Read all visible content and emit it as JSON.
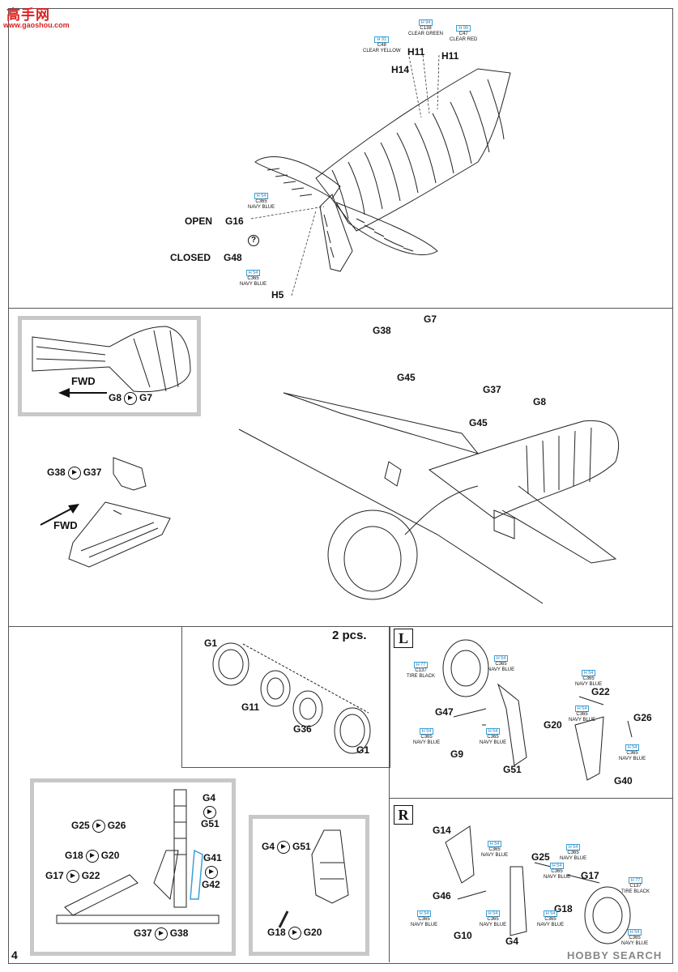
{
  "watermark_top": {
    "logo_text": "高手网",
    "url": "www.gaoshou.com"
  },
  "watermark_bottom": {
    "text": "HOBBY SEARCH"
  },
  "page_number": "4",
  "section1": {
    "labels": {
      "h11a": "H11",
      "h11b": "H11",
      "h14": "H14",
      "open": "OPEN",
      "g16": "G16",
      "closed": "CLOSED",
      "g48": "G48",
      "h5": "H5",
      "question": "?"
    },
    "paints": [
      {
        "code": "H 91",
        "num": "C48",
        "name": "CLEAR YELLOW"
      },
      {
        "code": "H 94",
        "num": "C138",
        "name": "CLEAR GREEN"
      },
      {
        "code": "H 90",
        "num": "C47",
        "name": "CLEAR RED"
      },
      {
        "code": "H 54",
        "num": "C365",
        "name": "NAVY BLUE"
      },
      {
        "code": "H 54",
        "num": "C365",
        "name": "NAVY BLUE"
      }
    ]
  },
  "section2": {
    "inset_fwd": "FWD",
    "inset_g8": "G8",
    "inset_g7": "G7",
    "g38_g37_a": "G38",
    "g38_g37_b": "G37",
    "fwd2": "FWD",
    "labels": {
      "g38": "G38",
      "g7": "G7",
      "g45a": "G45",
      "g37": "G37",
      "g8": "G8",
      "g45b": "G45"
    }
  },
  "section3": {
    "pcs": "2 pcs.",
    "labels": {
      "g1a": "G1",
      "g11": "G11",
      "g36": "G36",
      "g1b": "G1"
    }
  },
  "section_L": {
    "letter": "L",
    "labels": {
      "g22": "G22",
      "g47": "G47",
      "g20": "G20",
      "g26": "G26",
      "g9": "G9",
      "g51": "G51",
      "g40": "G40"
    },
    "paints": [
      {
        "code": "H 77",
        "num": "C137",
        "name": "TIRE BLACK"
      },
      {
        "code": "H 54",
        "num": "C365",
        "name": "NAVY BLUE"
      },
      {
        "code": "H 54",
        "num": "C365",
        "name": "NAVY BLUE"
      },
      {
        "code": "H 54",
        "num": "C365",
        "name": "NAVY BLUE"
      },
      {
        "code": "H 54",
        "num": "C365",
        "name": "NAVY BLUE"
      },
      {
        "code": "H 54",
        "num": "C365",
        "name": "NAVY BLUE"
      },
      {
        "code": "H 54",
        "num": "C365",
        "name": "NAVY BLUE"
      }
    ]
  },
  "section_gear_inset": {
    "g4": "G4",
    "g51": "G51",
    "g25": "G25",
    "g26": "G26",
    "g18": "G18",
    "g20": "G20",
    "g17": "G17",
    "g22": "G22",
    "g41": "G41",
    "g42": "G42",
    "g37": "G37",
    "g38": "G38"
  },
  "section_small_inset": {
    "g4": "G4",
    "g51": "G51",
    "g18": "G18",
    "g20": "G20"
  },
  "section_R": {
    "letter": "R",
    "labels": {
      "g14": "G14",
      "g25": "G25",
      "g17": "G17",
      "g18": "G18",
      "g46": "G46",
      "g10": "G10",
      "g4": "G4"
    },
    "paints": [
      {
        "code": "H 54",
        "num": "C365",
        "name": "NAVY BLUE"
      },
      {
        "code": "H 54",
        "num": "C365",
        "name": "NAVY BLUE"
      },
      {
        "code": "H 54",
        "num": "C365",
        "name": "NAVY BLUE"
      },
      {
        "code": "H 77",
        "num": "C137",
        "name": "TIRE BLACK"
      },
      {
        "code": "H 54",
        "num": "C365",
        "name": "NAVY BLUE"
      },
      {
        "code": "H 54",
        "num": "C365",
        "name": "NAVY BLUE"
      },
      {
        "code": "H 54",
        "num": "C365",
        "name": "NAVY BLUE"
      },
      {
        "code": "H 54",
        "num": "C365",
        "name": "NAVY BLUE"
      }
    ]
  }
}
